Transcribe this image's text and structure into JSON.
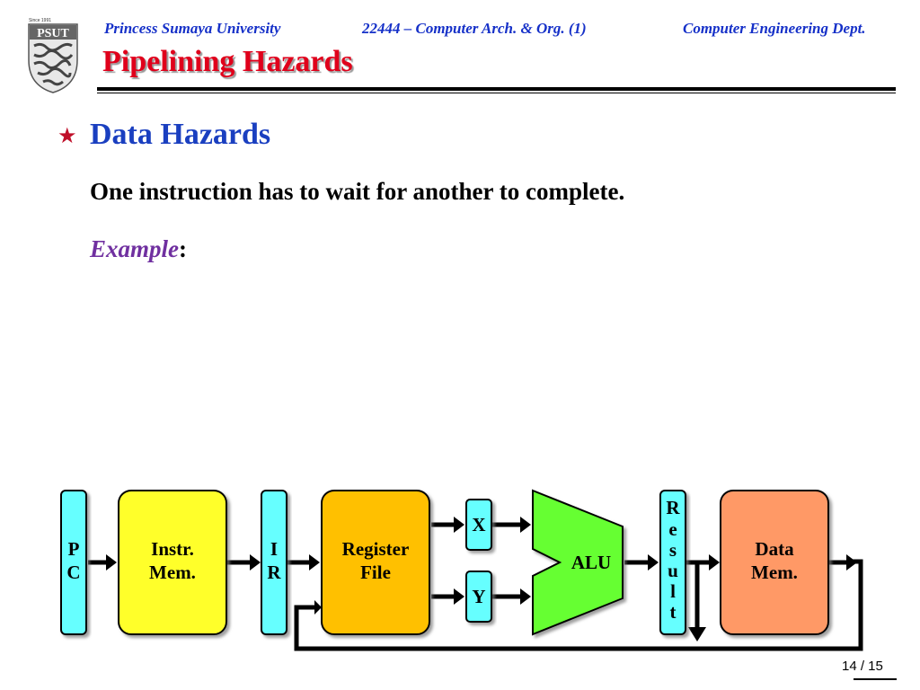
{
  "header": {
    "university": "Princess Sumaya University",
    "course": "22444 – Computer Arch. & Org. (1)",
    "department": "Computer Engineering Dept."
  },
  "logo": {
    "since": "Since 1991",
    "text": "PSUT"
  },
  "slide": {
    "title": "Pipelining Hazards",
    "heading": "Data Hazards",
    "body": "One instruction has to wait for another to complete.",
    "example_label": "Example",
    "example_colon": ":"
  },
  "diagram": {
    "pc_label": [
      "P",
      "C"
    ],
    "instr_mem": [
      "Instr.",
      "Mem."
    ],
    "ir_label": [
      "I",
      "R"
    ],
    "register_file": [
      "Register",
      "File"
    ],
    "x_label": "X",
    "y_label": "Y",
    "alu_label": "ALU",
    "result_label": [
      "R",
      "e",
      "s",
      "u",
      "l",
      "t"
    ],
    "data_mem": [
      "Data",
      "Mem."
    ],
    "colors": {
      "cyan": "#66ffff",
      "yellow": "#ffff2a",
      "orange": "#ffc000",
      "green": "#66ff33",
      "salmon": "#ff9966"
    }
  },
  "footer": {
    "page": "14 / 15"
  }
}
